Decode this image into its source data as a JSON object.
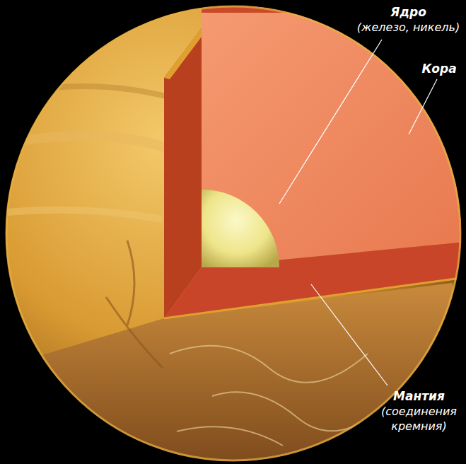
{
  "diagram": {
    "labels": [
      "Ядро",
      "(железо, никель)",
      "Кора",
      "Мантия",
      "(соединения кремния)"
    ]
  }
}
